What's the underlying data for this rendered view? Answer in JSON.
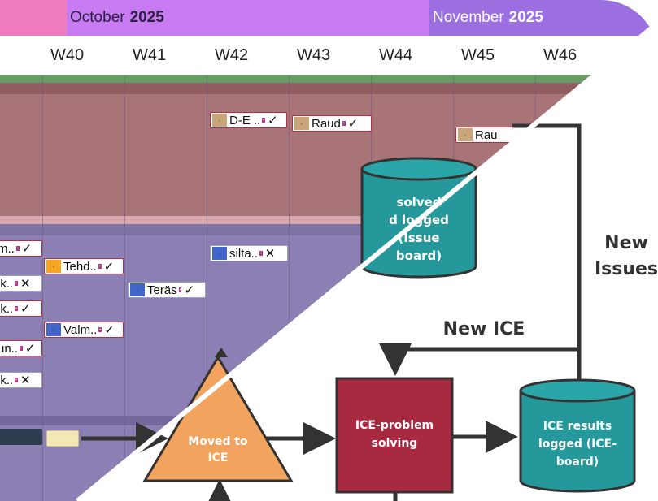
{
  "timeline": {
    "months": [
      {
        "name": "October",
        "year": "2025",
        "color": "#c77af2"
      },
      {
        "name": "November",
        "year": "2025",
        "color": "#9b6fe0"
      }
    ],
    "accent_color": "#f07cc0",
    "weeks": [
      "W40",
      "W41",
      "W42",
      "W43",
      "W44",
      "W45",
      "W46"
    ],
    "top_band_color": "#a97478",
    "bottom_band_color": "#8b7fb3",
    "cards": [
      {
        "text": "D-E ..",
        "mark": "✓",
        "tag_color": "#c9a67a"
      },
      {
        "text": "Raud",
        "mark": "✓",
        "tag_color": "#c9a67a"
      },
      {
        "text": "Rau",
        "mark": "",
        "tag_color": "#c9a67a"
      },
      {
        "text": "m..",
        "mark": "✓",
        "tag_color": "#ffffff"
      },
      {
        "text": "Tehd..",
        "mark": "✓",
        "tag_color": "#f5a623"
      },
      {
        "text": "ik..",
        "mark": "✕",
        "tag_color": "#ffffff"
      },
      {
        "text": "ik..",
        "mark": "✓",
        "tag_color": "#ffffff"
      },
      {
        "text": "Teräs",
        "mark": "✓",
        "tag_color": "#3f66c8"
      },
      {
        "text": "silta..",
        "mark": "✕",
        "tag_color": "#3f66c8"
      },
      {
        "text": "Valm..",
        "mark": "✓",
        "tag_color": "#3f66c8"
      },
      {
        "text": "un..",
        "mark": "✓",
        "tag_color": "#ffffff"
      },
      {
        "text": "ik..",
        "mark": "✕",
        "tag_color": "#ffffff"
      }
    ]
  },
  "diagram": {
    "nodes": {
      "resolved": "solved\nd logged\n(Issue\nboard)",
      "moved": "Moved to\nICE",
      "problem": "ICE-problem\nsolving",
      "results": "ICE results\nlogged (ICE-\nboard)"
    },
    "labels": {
      "new_ice": "New ICE",
      "new_issues": "New\nIssues"
    },
    "colors": {
      "teal": "#24989a",
      "orange": "#f2a35e",
      "crimson": "#a82a40",
      "stroke": "#333333"
    }
  }
}
